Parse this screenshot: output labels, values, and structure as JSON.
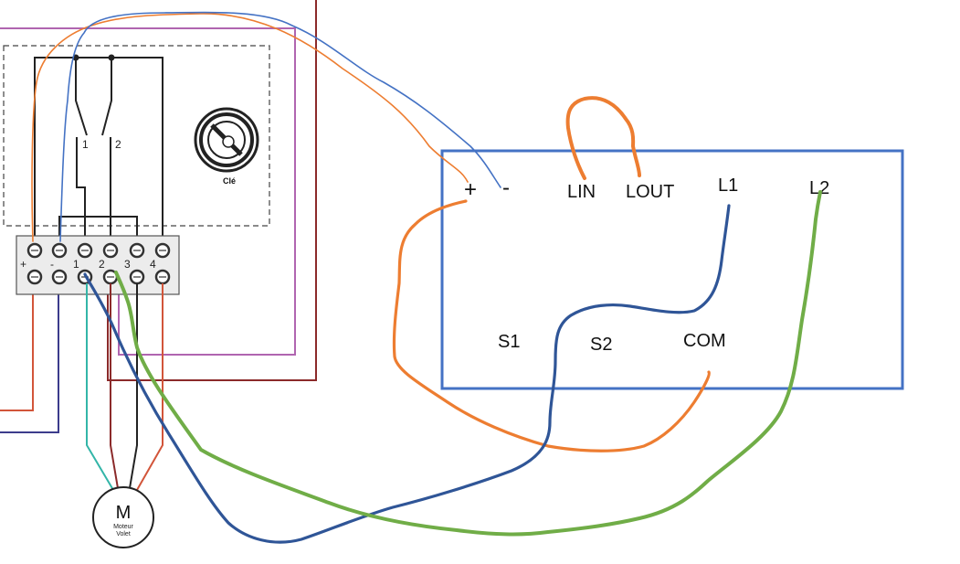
{
  "left_panel": {
    "switch_labels": [
      "1",
      "2"
    ],
    "key_label": "Clé",
    "terminal_labels": [
      "+",
      "-",
      "1",
      "2",
      "3",
      "4"
    ],
    "motor": {
      "symbol": "M",
      "caption_line1": "Moteur",
      "caption_line2": "Volet"
    }
  },
  "module": {
    "plus": "+",
    "minus": "-",
    "lin": "LIN",
    "lout": "LOUT",
    "l1": "L1",
    "l2": "L2",
    "s1": "S1",
    "s2": "S2",
    "com": "COM"
  },
  "colors": {
    "orange": "#ed7d31",
    "blue_thin": "#4472c4",
    "navy": "#2f5597",
    "green": "#70ad47",
    "box_border": "#4472c4",
    "purple": "#b065b0",
    "maroon": "#8b2a2a",
    "teal": "#33b5a8",
    "dark_blue": "#3c3c8c"
  }
}
